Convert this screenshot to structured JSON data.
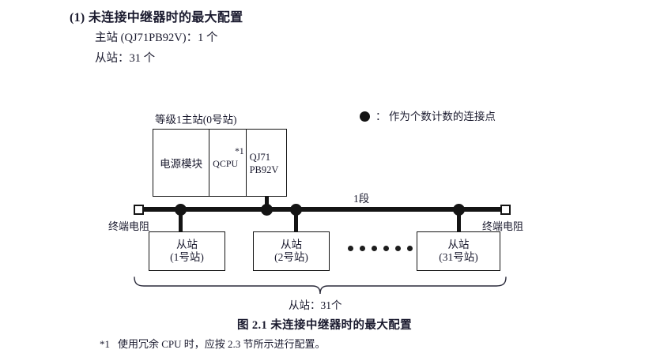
{
  "heading": {
    "title": "(1) 未连接中继器时的最大配置",
    "spec_master": "主站 (QJ71PB92V)：1 个",
    "spec_slave": "从站：31 个"
  },
  "legend": {
    "symbol": "filled-circle",
    "text": "： 作为个数计数的连接点"
  },
  "diagram": {
    "master_caption": "等级1主站(0号站)",
    "rack": {
      "power_label": "电源模块",
      "cpu_label": "QCPU",
      "cpu_note": "*1",
      "master_line1": "QJ71",
      "master_line2": "PB92V"
    },
    "segment_label": "1段",
    "terminator_left": "终端电阻",
    "terminator_right": "终端电阻",
    "slaves": [
      {
        "name": "从站",
        "number": "(1号站)"
      },
      {
        "name": "从站",
        "number": "(2号站)"
      },
      {
        "name": "从站",
        "number": "(31号站)"
      }
    ],
    "ellipsis_dots": 6,
    "brace_label": "从站：31个"
  },
  "figure": {
    "caption": "图 2.1  未连接中继器时的最大配置",
    "footnote_mark": "*1",
    "footnote_text": "使用冗余 CPU 时，应按 2.3 节所示进行配置。"
  },
  "colors": {
    "ink": "#1a1a2e",
    "line": "#141414"
  }
}
